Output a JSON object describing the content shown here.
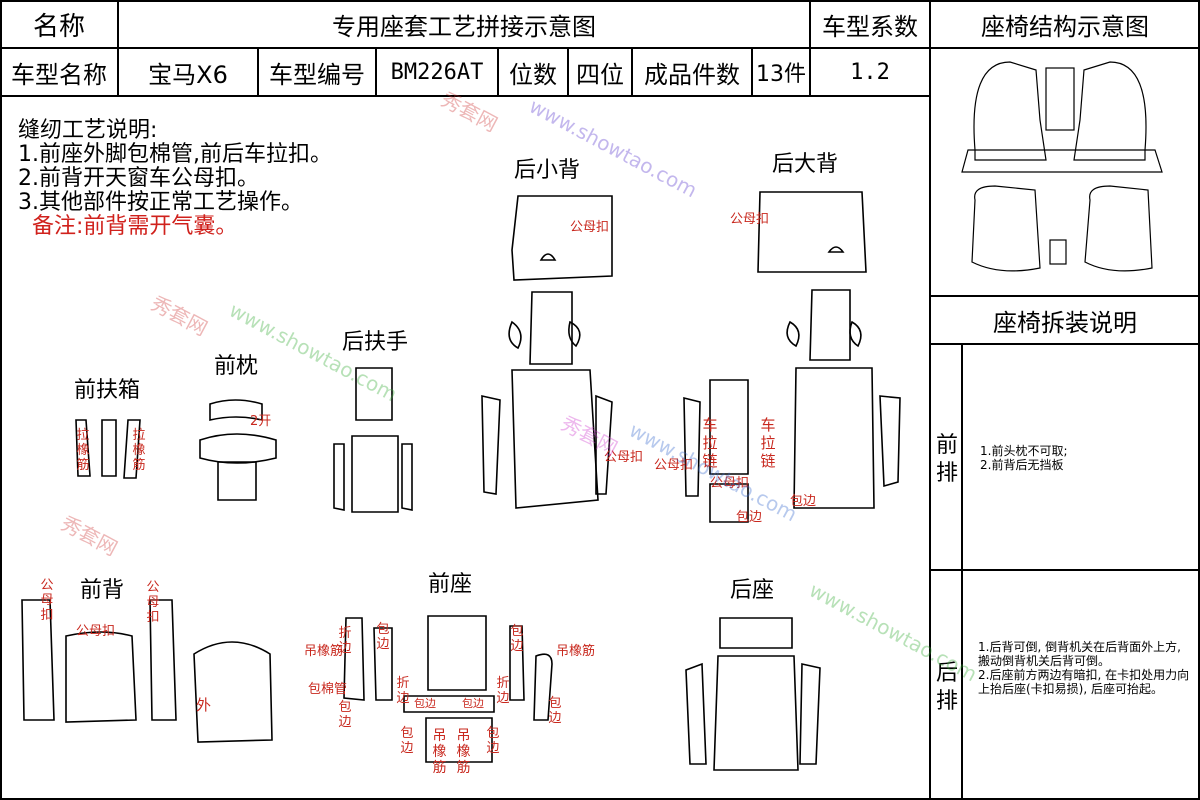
{
  "header": {
    "name_label": "名称",
    "title": "专用座套工艺拼接示意图",
    "coef_label": "车型系数",
    "structure_title": "座椅结构示意图"
  },
  "info_row": {
    "model_name_label": "车型名称",
    "model_name": "宝马X6",
    "model_code_label": "车型编号",
    "model_code": "BM226AT",
    "seats_label": "位数",
    "seats": "四位",
    "pieces_label": "成品件数",
    "pieces": "13件",
    "coef": "1.2"
  },
  "sewing": {
    "heading": "缝纫工艺说明:",
    "lines": [
      "1.前座外脚包棉管,前后车拉扣。",
      "2.前背开天窗车公母扣。",
      "3.其他部件按正常工艺操作。"
    ],
    "remark": "备注:前背需开气囊。"
  },
  "groups": {
    "rear_small_back": "后小背",
    "rear_big_back": "后大背",
    "rear_armrest": "后扶手",
    "front_headrest": "前枕",
    "front_armbox": "前扶箱",
    "front_back": "前背",
    "front_seat": "前座",
    "rear_seat": "后座"
  },
  "annotations": {
    "snap": "公母扣",
    "open2": "2开",
    "elastic_vert": "拉橡筋",
    "zipper_vert": "车拉链",
    "hem": "包边",
    "fold": "折边",
    "fold_vert": "折边",
    "hem_vert": "包边",
    "snap_vert": "公母扣",
    "hang_elastic": "吊橡筋",
    "hang_elastic_vert": "吊橡筋",
    "cotton_tube": "包棉管",
    "outer": "外"
  },
  "disassembly": {
    "title": "座椅拆装说明",
    "front_label": "前排",
    "front_text": "1.前头枕不可取;\n2.前背后无挡板",
    "rear_label": "后排",
    "rear_text": "1.后背可倒, 倒背机关在后背面外上方, 搬动倒背机关后背可倒。\n2.后座前方两边有暗扣, 在卡扣处用力向上抬后座(卡扣易损), 后座可抬起。"
  },
  "watermark": [
    "秀套网",
    "www.showtao.com"
  ],
  "colors": {
    "annotation": "#c8281e",
    "line": "#000000"
  }
}
